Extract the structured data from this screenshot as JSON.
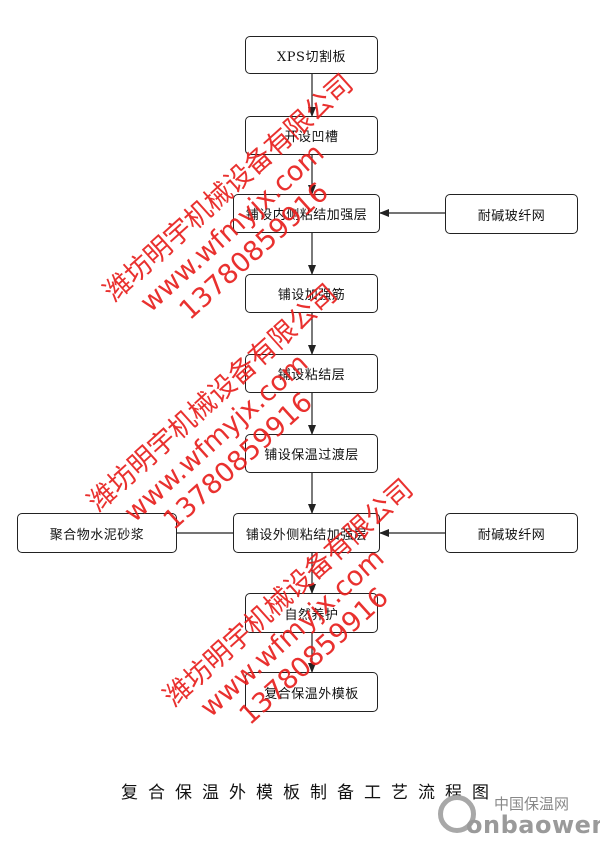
{
  "steps": [
    "XPS切割板",
    "开设凹槽",
    "铺设内侧粘结加强层",
    "铺设加强筋",
    "铺设粘结层",
    "铺设保温过渡层",
    "铺设外侧粘结加强层",
    "自然养护",
    "复合保温外模板"
  ],
  "side_inputs": {
    "mesh_top": "耐碱玻纤网",
    "mortar_left": "聚合物水泥砂浆",
    "mesh_bottom": "耐碱玻纤网"
  },
  "caption": "复合保温外模板制备工艺流程图",
  "watermarks": [
    [
      "潍坊明宇机械设备有限公司",
      "www.wfmyjx.com",
      "13780859916"
    ],
    [
      "潍坊明宇机械设备有限公司",
      "www.wfmyjx.com",
      "13780859916"
    ],
    [
      "潍坊明宇机械设备有限公司",
      "www.wfmyjx.com",
      "13780859916"
    ]
  ],
  "logo": {
    "cn": "中国保温网",
    "en": "onbaowen"
  },
  "colors": {
    "watermark": "#e8201e",
    "line": "#222222"
  }
}
